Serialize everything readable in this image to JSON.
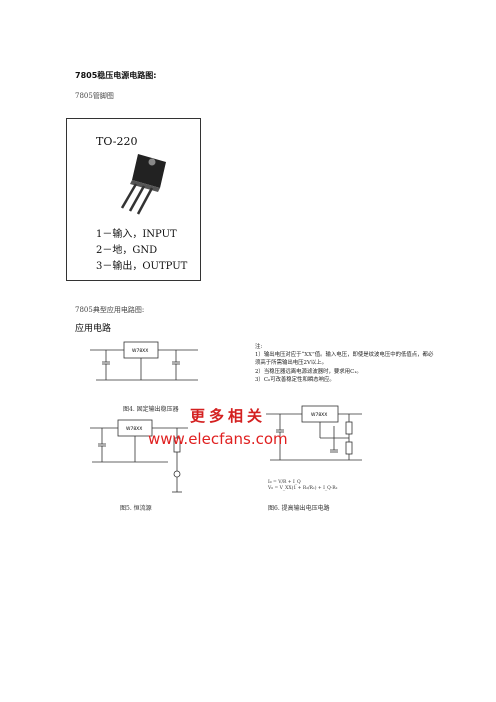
{
  "heading": "7805稳压电源电路图:",
  "pinout_caption": "7805管脚图",
  "package": {
    "name": "TO-220",
    "pins": [
      "1－输入，INPUT",
      "2－地，GND",
      "3－输出，OUTPUT"
    ]
  },
  "app_caption": "7805典型应用电路图:",
  "app_title": "应用电路",
  "notes": {
    "label": "注:",
    "items": [
      "1）输出电压对应于“XX”值。输入电压，即使是纹波电压中的低值点，都必须高于所需输出电压2V以上。",
      "2）当稳压器远离电源滤波器时，要求用C₁。",
      "3）C₀可改善稳定性和瞬态响应。"
    ]
  },
  "figures": {
    "fig4": "图4. 固定输出稳压器",
    "fig5": "图5. 恒流源",
    "fig6": "图6. 提高输出电压电路"
  },
  "ic_label": "W78XX",
  "watermark": {
    "cn": "更多相关",
    "url": "www.elecfans.com"
  },
  "formulas": [
    "I₀ = V/R + I_Q",
    "V₀ = V_XX(1 + R₂/R₁) + I_Q·R₂"
  ]
}
